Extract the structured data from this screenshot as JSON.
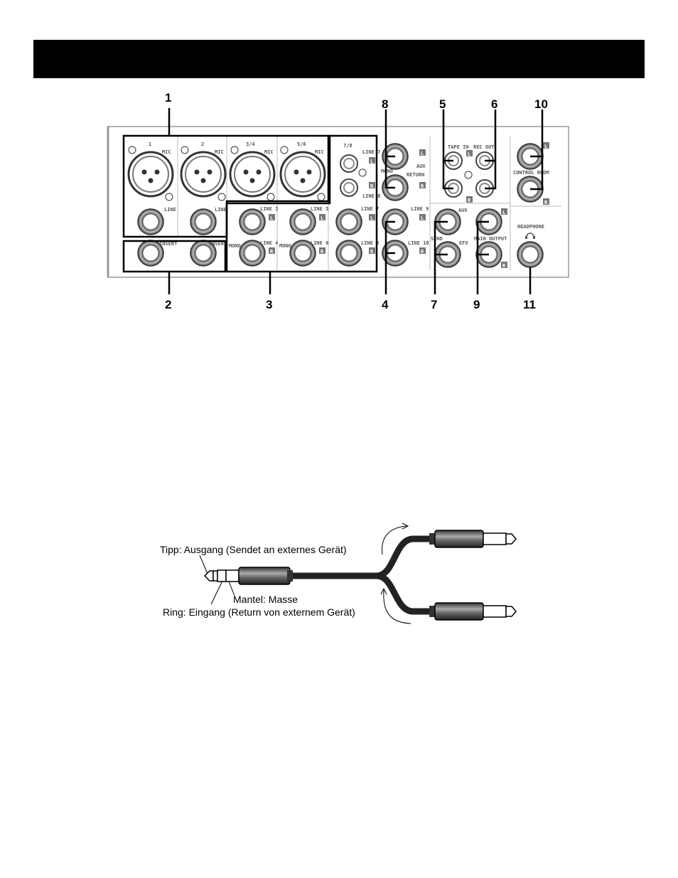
{
  "callouts": {
    "top": [
      "1",
      "8",
      "5",
      "6",
      "10"
    ],
    "bottom": [
      "2",
      "3",
      "4",
      "7",
      "9",
      "11"
    ]
  },
  "panel_labels": {
    "ch1": "1",
    "ch2": "2",
    "ch34": "3/4",
    "ch56": "5/6",
    "ch78": "7/8",
    "mic": "MIC",
    "line": "LINE",
    "insert": "INSERT",
    "line3": "LINE 3",
    "line4": "LINE 4",
    "line5": "LINE 5",
    "line6": "LINE 6",
    "line7": "LINE 7",
    "line8": "LINE 8",
    "line9": "LINE 9",
    "line10": "LINE 10",
    "mono": "MONO",
    "aux": "AUX",
    "return": "RETURN",
    "aux_return": "AUX RETURN",
    "tape_in": "TAPE IN",
    "rec_out": "REC OUT",
    "aux_send": "AUX",
    "send": "SEND",
    "efx": "EFX",
    "main_output": "MAIN OUTPUT",
    "control_room": "CONTROL ROOM",
    "headphone": "HEADPHONE",
    "L": "L",
    "R": "R"
  },
  "cable_captions": {
    "tip": "Tipp: Ausgang (Sendet an externes Gerät)",
    "sleeve": "Mantel: Masse",
    "ring": "Ring: Eingang (Return von externem Gerät)"
  }
}
